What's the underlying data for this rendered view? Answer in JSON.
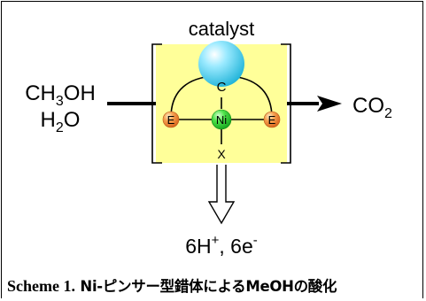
{
  "diagram": {
    "catalyst_label": "catalyst",
    "reactant_line_1_main": "CH",
    "reactant_line_1_sub": "3",
    "reactant_line_1_tail": "OH",
    "reactant_line_2_main": "H",
    "reactant_line_2_sub": "2",
    "reactant_line_2_tail": "O",
    "product_main": "CO",
    "product_sub": "2",
    "byproduct_a_main": "6H",
    "byproduct_a_sup": "+",
    "byproduct_sep": ", ",
    "byproduct_b_main": "6e",
    "byproduct_b_sup": "-",
    "complex": {
      "center_atom": "C",
      "metal_atom": "Ni",
      "left_donor": "E",
      "right_donor": "E",
      "ligand_x": "X"
    },
    "colors": {
      "box_fill": "#ffff99",
      "carbon_ball": "#5fd3f0",
      "nickel_ball": "#33d43a",
      "donor_ball": "#f08a3c"
    }
  },
  "caption": {
    "label": "Scheme 1.",
    "text": " Ni-ピンサー型錯体によるMeOHの酸化"
  }
}
